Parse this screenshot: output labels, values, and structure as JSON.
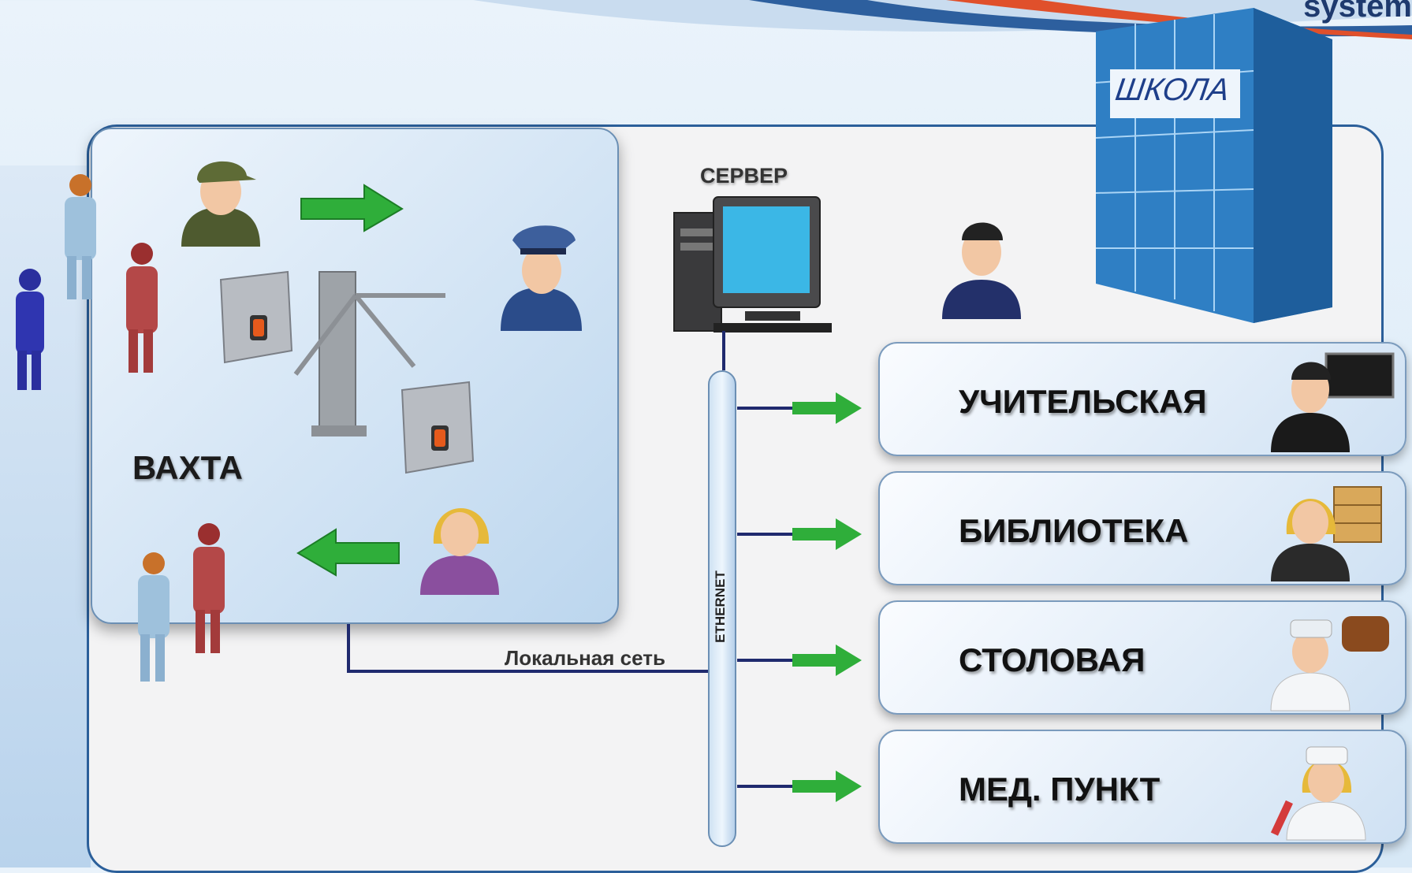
{
  "header": {
    "corner_text": "system",
    "building_sign": "ШКОЛА"
  },
  "vakhta": {
    "label": "ВАХТА"
  },
  "server": {
    "label": "СЕРВЕР"
  },
  "network": {
    "local_label": "Локальная сеть",
    "bus_label": "ETHERNET"
  },
  "rooms": [
    {
      "label": "УЧИТЕЛЬСКАЯ",
      "icon": "teacher-icon"
    },
    {
      "label": "БИБЛИОТЕКА",
      "icon": "librarian-icon"
    },
    {
      "label": "СТОЛОВАЯ",
      "icon": "cook-icon"
    },
    {
      "label": "МЕД. ПУНКТ",
      "icon": "nurse-icon"
    }
  ],
  "colors": {
    "accent_blue": "#2b5f9a",
    "arrow_green": "#2fae3a",
    "line_navy": "#1f2a6e"
  }
}
